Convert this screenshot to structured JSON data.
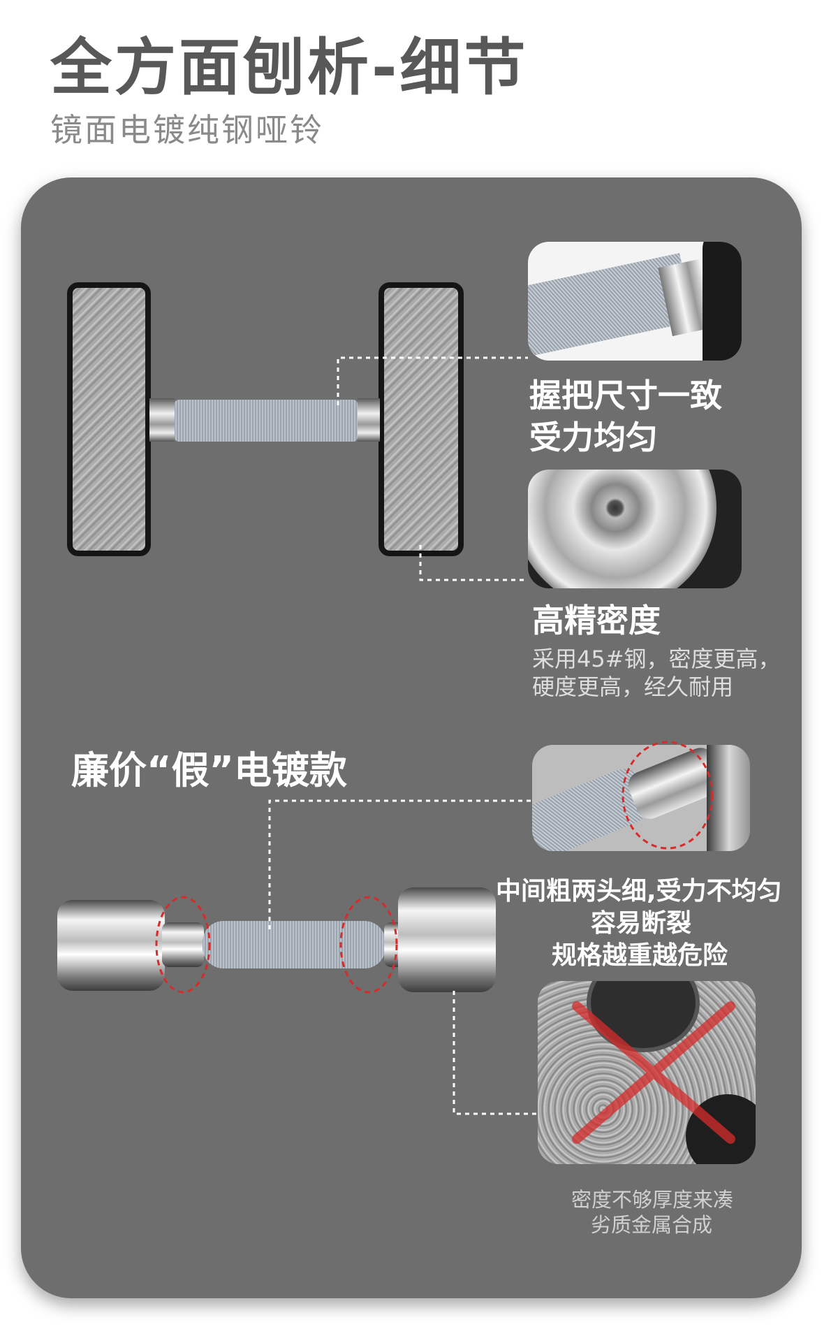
{
  "header": {
    "title": "全方面刨析-细节",
    "subtitle": "镜面电镀纯钢哑铃"
  },
  "genuine": {
    "grip_heading_line1": "握把尺寸一致",
    "grip_heading_line2": "受力均匀",
    "density_heading": "高精密度",
    "density_desc_line1": "采用45#钢，密度更高，",
    "density_desc_line2": "硬度更高，经久耐用"
  },
  "fake": {
    "heading": "廉价“假”电镀款",
    "problem_line1": "中间粗两头细,受力不均匀",
    "problem_line2": "容易断裂",
    "problem_line3": "规格越重越危险",
    "material_line1": "密度不够厚度来凑",
    "material_line2": "劣质金属合成"
  },
  "colors": {
    "panel": "#6e6e6e",
    "title": "#585858",
    "subtitle": "#8a8a8a",
    "heading": "#ffffff",
    "warning_red": "#d62b2b"
  }
}
